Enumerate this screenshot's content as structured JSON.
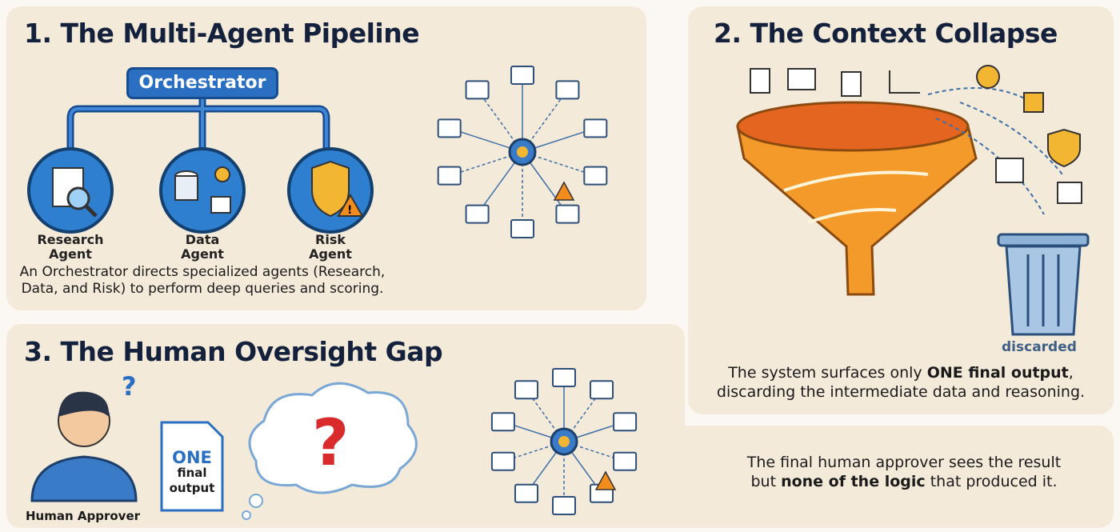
{
  "pipeline": {
    "title": "1. The Multi-Agent Pipeline",
    "orchestrator": "Orchestrator",
    "agents": [
      {
        "name": "Research",
        "suffix": "Agent"
      },
      {
        "name": "Data",
        "suffix": "Agent"
      },
      {
        "name": "Risk",
        "suffix": "Agent"
      }
    ],
    "description_line1": "An Orchestrator directs specialized agents (Research,",
    "description_line2": "Data, and Risk) to perform deep queries and scoring."
  },
  "collapse": {
    "title": "2. The Context Collapse",
    "trash_label": "discarded",
    "desc_pre": "The system surfaces only ",
    "desc_bold": "ONE final output",
    "desc_post": ",",
    "desc_line2": "discarding the intermediate data and reasoning."
  },
  "oversight": {
    "title": "3. The Human Oversight Gap",
    "human_label": "Human Approver",
    "doc_line1": "ONE",
    "doc_line2": "final",
    "doc_line3": "output",
    "desc_line1": "The final human approver sees the result",
    "desc_pre": "but ",
    "desc_bold": "none of the logic",
    "desc_post": " that produced it."
  },
  "colors": {
    "panel": "#f4ead9",
    "blue": "#2a6fc2",
    "navy": "#14213d",
    "orange": "#f08a24"
  }
}
